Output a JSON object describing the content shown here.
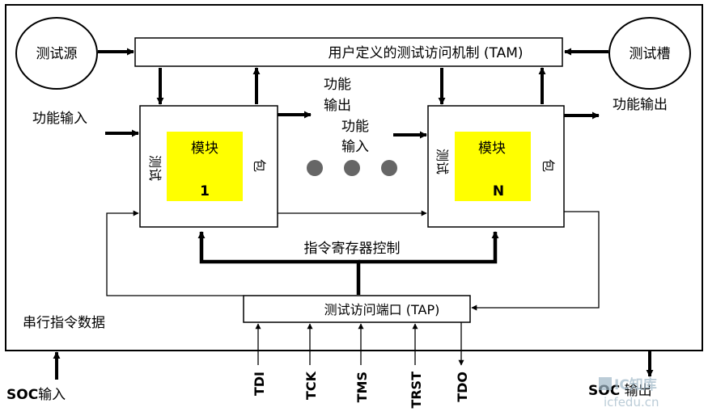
{
  "tam": {
    "label": "用户定义的测试访问机制 (TAM)"
  },
  "test_source": {
    "label": "测试源"
  },
  "test_sink": {
    "label": "测试槽"
  },
  "func_input_left": {
    "label": "功能输入"
  },
  "func_output_mid": {
    "line1": "功能",
    "line2": "输出"
  },
  "func_input_mid": {
    "line1": "功能",
    "line2": "输入"
  },
  "func_output_right": {
    "label": "功能输出"
  },
  "module1": {
    "title": "模块",
    "index": "1",
    "side_left": "测试",
    "side_right": "包"
  },
  "moduleN": {
    "title": "模块",
    "index": "N",
    "side_left": "测试",
    "side_right": "包"
  },
  "instruction_register": {
    "label": "指令寄存器控制"
  },
  "tap": {
    "label": "测试访问端口 (TAP)"
  },
  "serial_data": {
    "label": "串行指令数据"
  },
  "soc_input": {
    "prefix": "SOC",
    "suffix": "输入"
  },
  "soc_output": {
    "prefix": "SOC",
    "suffix": " 输出"
  },
  "pins": {
    "tdi": "TDI",
    "tck": "TCK",
    "tms": "TMS",
    "trst": "TRST",
    "tdo": "TDO"
  },
  "watermark": {
    "top": "IC知库",
    "bottom": "icfedu.cn"
  },
  "colors": {
    "module_fill": "#ffff00",
    "dot": "#666666"
  }
}
